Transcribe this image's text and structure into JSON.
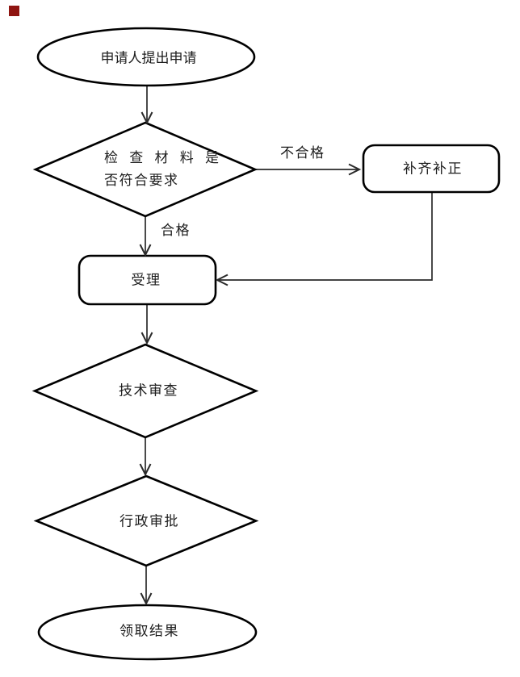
{
  "watermark": {
    "color": "#8f1511"
  },
  "flowchart": {
    "stroke": "#000000",
    "line_stroke": "#2a2a2a",
    "nodes": {
      "start": "申请人提出申请",
      "check_line1": "检 查 材 料 是",
      "check_line2": "否符合要求",
      "supplement": "补齐补正",
      "accept": "受理",
      "technical_review": "技术审查",
      "administrative_approval": "行政审批",
      "result": "领取结果"
    },
    "edge_labels": {
      "fail": "不合格",
      "pass": "合格"
    }
  }
}
